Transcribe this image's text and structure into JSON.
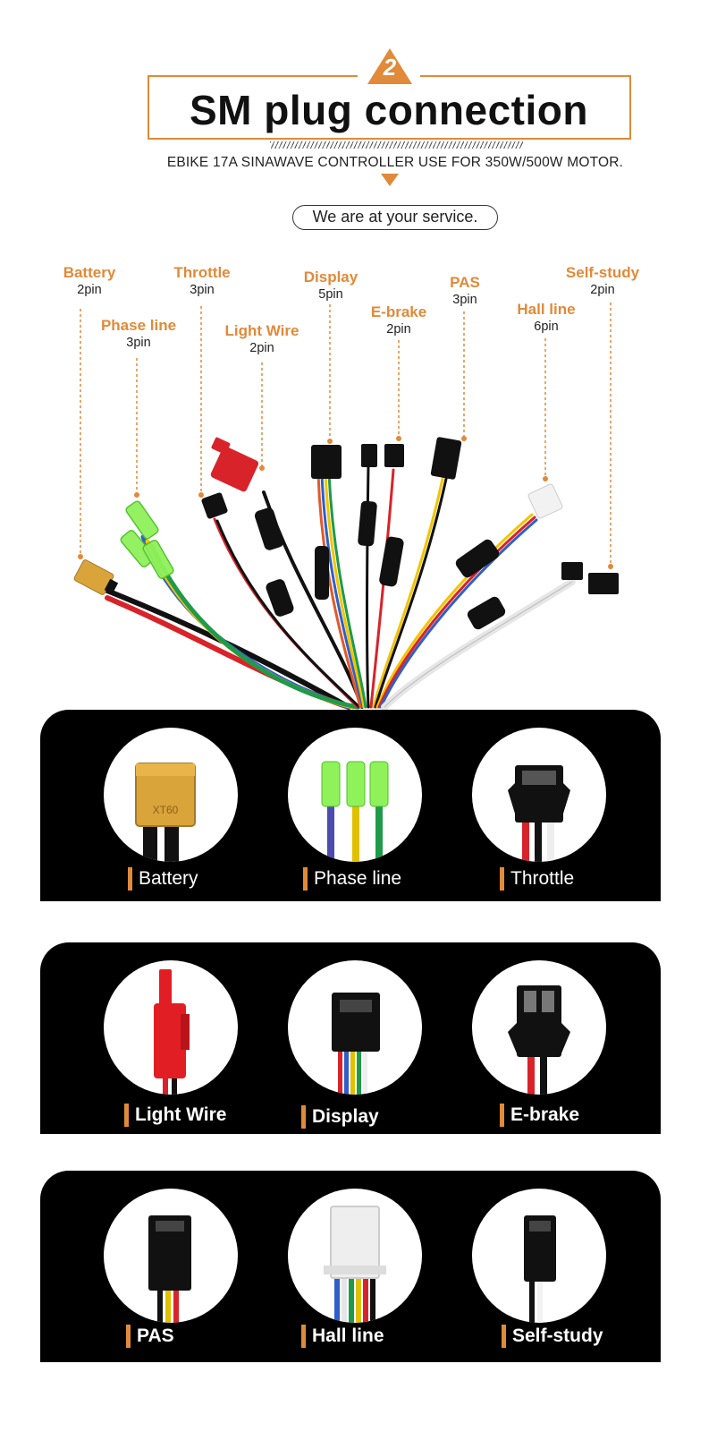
{
  "header": {
    "badge_number": "2",
    "title": "SM plug connection",
    "subtitle": "EBIKE 17A SINAWAVE CONTROLLER USE FOR 350W/500W MOTOR.",
    "service_text": "We are at your service."
  },
  "labels": [
    {
      "name": "Battery",
      "pins": "2pin"
    },
    {
      "name": "Phase line",
      "pins": "3pin"
    },
    {
      "name": "Throttle",
      "pins": "3pin"
    },
    {
      "name": "Light Wire",
      "pins": "2pin"
    },
    {
      "name": "Display",
      "pins": "5pin"
    },
    {
      "name": "E-brake",
      "pins": "2pin"
    },
    {
      "name": "PAS",
      "pins": "3pin"
    },
    {
      "name": "Hall line",
      "pins": "6pin"
    },
    {
      "name": "Self-study",
      "pins": "2pin"
    }
  ],
  "xt60_text": "XT60",
  "panels": [
    {
      "captions": [
        "Battery",
        "Phase line",
        "Throttle"
      ]
    },
    {
      "captions": [
        "Light Wire",
        "Display",
        "E-brake"
      ]
    },
    {
      "captions": [
        "PAS",
        "Hall line",
        "Self-study"
      ]
    }
  ],
  "colors": {
    "accent": "#e08a3a",
    "panel_bg": "#000000",
    "wire_red": "#d8232a",
    "wire_black": "#111111",
    "wire_yellow": "#f2c500",
    "wire_green": "#1f9a4a",
    "wire_blue": "#2f5fc8",
    "wire_white": "#e6e6e6",
    "connector_yellow": "#d9a43a",
    "connector_green": "#8ff25a"
  }
}
